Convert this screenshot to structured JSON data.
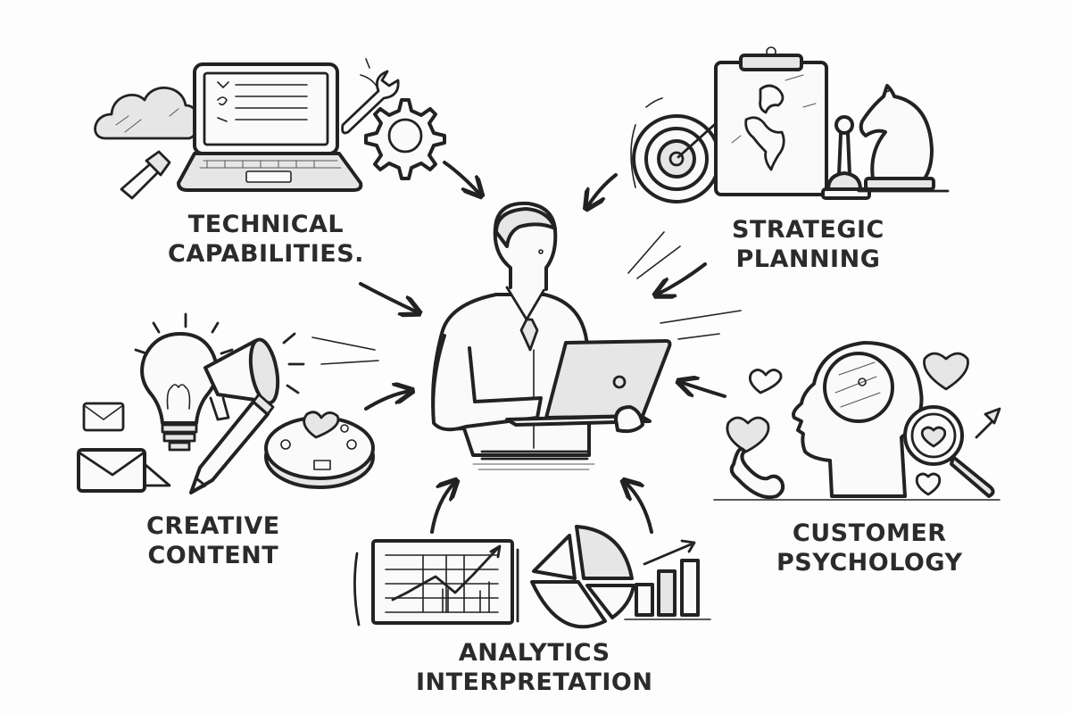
{
  "diagram": {
    "type": "hub-and-spoke concept sketch",
    "center": {
      "description": "Man in shirt and tie holding an open laptop",
      "icon": "person-with-laptop-icon"
    },
    "nodes": [
      {
        "id": "technical",
        "label_lines": [
          "TECHNICAL",
          "CAPABILITIES."
        ],
        "position": "top-left",
        "icons": [
          "cloud-icon",
          "laptop-icon",
          "wrench-icon",
          "gear-icon",
          "usb-plug-icon"
        ]
      },
      {
        "id": "strategic",
        "label_lines": [
          "STRATEGIC",
          "PLANNING"
        ],
        "position": "top-right",
        "icons": [
          "target-arrow-icon",
          "clipboard-map-icon",
          "chess-pawn-icon",
          "chess-knight-icon"
        ]
      },
      {
        "id": "creative",
        "label_lines": [
          "CREATIVE",
          "CONTENT"
        ],
        "position": "middle-left",
        "icons": [
          "lightbulb-icon",
          "megaphone-icon",
          "envelope-icon",
          "pencil-icon",
          "palette-heart-icon"
        ]
      },
      {
        "id": "customer",
        "label_lines": [
          "CUSTOMER",
          "PSYCHOLOGY"
        ],
        "position": "middle-right",
        "icons": [
          "head-profile-icon",
          "heart-icon",
          "magnifier-heart-icon",
          "phone-icon",
          "arrow-icon"
        ]
      },
      {
        "id": "analytics",
        "label_lines": [
          "ANALYTICS",
          "INTERPRETATION"
        ],
        "position": "bottom-center",
        "icons": [
          "line-chart-icon",
          "pie-chart-icon",
          "bar-chart-icon"
        ]
      }
    ],
    "edges": [
      {
        "from": "technical",
        "to": "center",
        "style": "arrow"
      },
      {
        "from": "strategic",
        "to": "center",
        "style": "arrow"
      },
      {
        "from": "creative",
        "to": "center",
        "style": "arrow"
      },
      {
        "from": "customer",
        "to": "center",
        "style": "arrow"
      },
      {
        "from": "analytics",
        "to": "center",
        "style": "arrow"
      }
    ]
  },
  "colors": {
    "background": "#fdfdfd",
    "ink": "#222222",
    "shade": "#e6e6e6"
  }
}
